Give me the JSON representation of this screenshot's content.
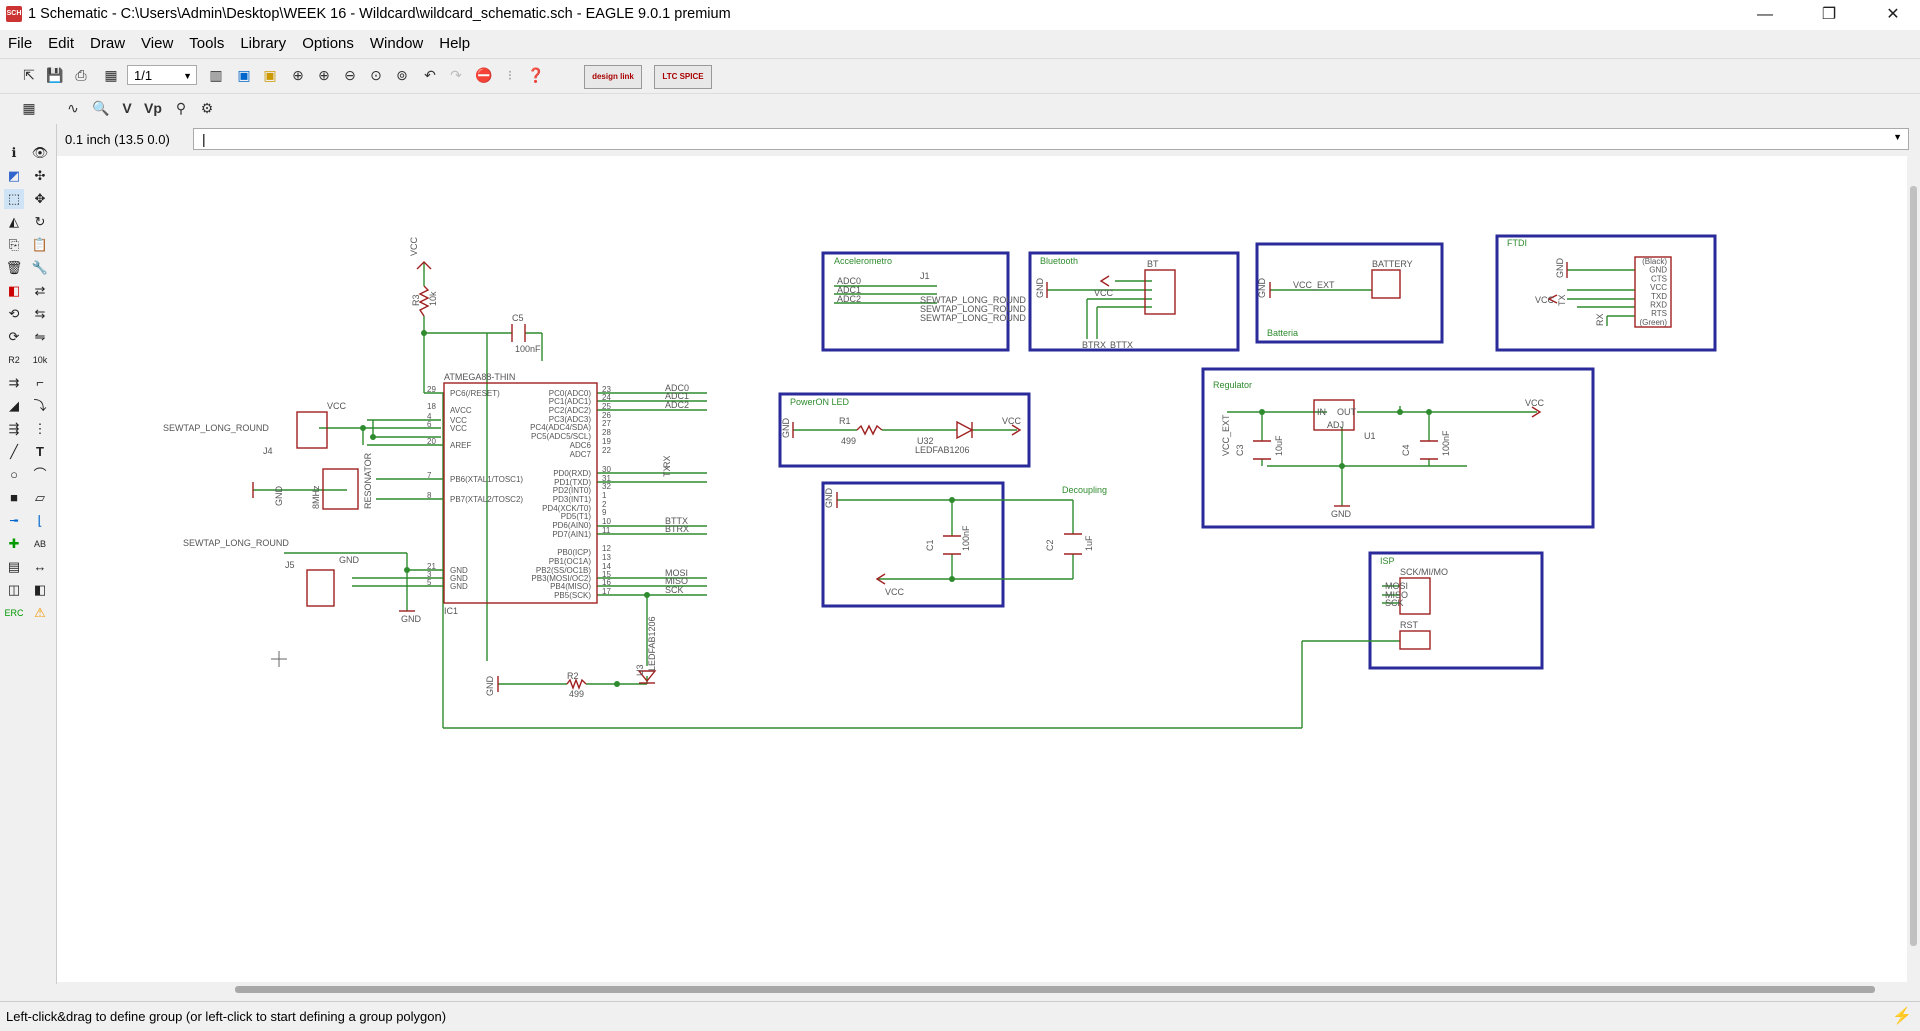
{
  "window": {
    "title": "1 Schematic - C:\\Users\\Admin\\Desktop\\WEEK 16 - Wildcard\\wildcard_schematic.sch - EAGLE 9.0.1 premium",
    "app_icon_text": "SCH",
    "minimize": "—",
    "restore": "❐",
    "close": "✕"
  },
  "menu": [
    "File",
    "Edit",
    "Draw",
    "View",
    "Tools",
    "Library",
    "Options",
    "Window",
    "Help"
  ],
  "toolbar": {
    "sheet_value": "1/1",
    "design_link_label": "design link",
    "ltspice_label": "LTC SPICE"
  },
  "coord_readout": "0.1 inch (13.5 0.0)",
  "command_placeholder": "",
  "status_message": "Left-click&drag to define group (or left-click to start defining a group polygon)",
  "schematic": {
    "frames": {
      "accelerometro": "Accelerometro",
      "bluetooth": "Bluetooth",
      "batteria": "Batteria",
      "ftdi": "FTDI",
      "poweron": "PowerON LED",
      "regulator": "Regulator",
      "decoupling": "Decoupling",
      "isp": "ISP"
    },
    "mcu": {
      "name": "ATMEGA88-THIN",
      "ref": "IC1",
      "left_pins": [
        "PC6(/RESET)",
        "AVCC",
        "VCC",
        "VCC",
        "AREF",
        "PB6(XTAL1/TOSC1)",
        "PB7(XTAL2/TOSC2)",
        "GND",
        "GND",
        "GND"
      ],
      "left_nums": [
        "29",
        "18",
        "4",
        "6",
        "20",
        "7",
        "8",
        "21",
        "3",
        "5"
      ],
      "right_pins": [
        "PC0(ADC0)",
        "PC1(ADC1)",
        "PC2(ADC2)",
        "PC3(ADC3)",
        "PC4(ADC4/SDA)",
        "PC5(ADC5/SCL)",
        "ADC6",
        "ADC7",
        "PD0(RXD)",
        "PD1(TXD)",
        "PD2(INT0)",
        "PD3(INT1)",
        "PD4(XCK/T0)",
        "PD5(T1)",
        "PD6(AIN0)",
        "PD7(AIN1)",
        "PB0(ICP)",
        "PB1(OC1A)",
        "PB2(SS/OC1B)",
        "PB3(MOSI/OC2)",
        "PB4(MISO)",
        "PB5(SCK)"
      ],
      "right_nums": [
        "23",
        "24",
        "25",
        "26",
        "27",
        "28",
        "19",
        "22",
        "30",
        "31",
        "32",
        "1",
        "2",
        "9",
        "10",
        "11",
        "12",
        "13",
        "14",
        "15",
        "16",
        "17"
      ]
    },
    "net_labels": {
      "adc0": "ADC0",
      "adc1": "ADC1",
      "adc2": "ADC2",
      "rx": "RX",
      "tx": "TX",
      "btrx": "BTRX",
      "bttx": "BTTX",
      "mosi": "MOSI",
      "miso": "MISO",
      "sck": "SCK",
      "vcc": "VCC",
      "gnd": "GND",
      "vcc_ext": "VCC_EXT"
    },
    "parts": {
      "r3": "R3",
      "r3_val": "10k",
      "c5": "C5",
      "c5_val": "100nF",
      "j4": "J4",
      "j4_lbl": "SEWTAP_LONG_ROUND",
      "j5": "J5",
      "j5_lbl": "SEWTAP_LONG_ROUND",
      "resonator": "RESONATOR",
      "res_val": "8MHz",
      "r2": "R2",
      "r2_val": "499",
      "u3": "U3",
      "u3_val": "LEDFAB1206",
      "j1": "J1",
      "j1_lbl": "SEWTAP_LONG_ROUND",
      "bt": "BT",
      "battery": "BATTERY",
      "ftdi_pins": [
        "(Black)",
        "GND",
        "CTS",
        "VCC",
        "TXD",
        "RXD",
        "RTS",
        "(Green)"
      ],
      "r1": "R1",
      "r1_val": "499",
      "u32": "U32",
      "u32_val": "LEDFAB1206",
      "u1": "U1",
      "u1_in": "IN",
      "u1_out": "OUT",
      "u1_adj": "ADJ",
      "c3": "C3",
      "c3_val": "10uF",
      "c4": "C4",
      "c4_val": "100nF",
      "c1": "C1",
      "c1_val": "100nF",
      "c2": "C2",
      "c2_val": "1uF",
      "isp_hdr": "SCK/MI/MO",
      "rst": "RST"
    }
  }
}
